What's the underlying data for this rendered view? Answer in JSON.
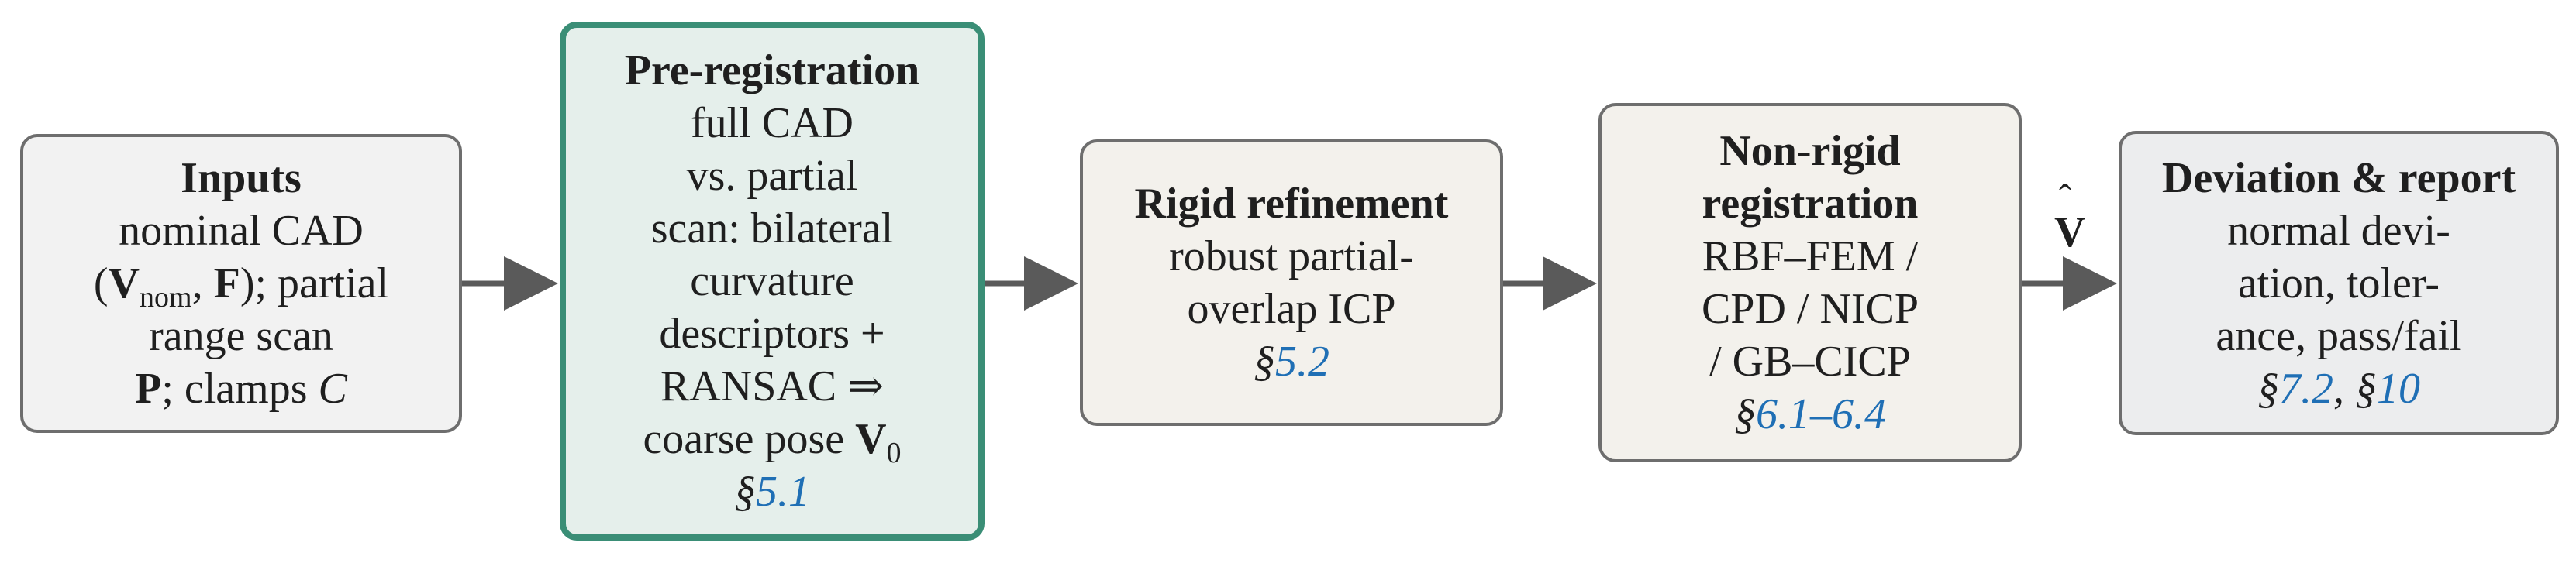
{
  "boxes": {
    "inputs": {
      "title": "Inputs",
      "line1": "nominal CAD",
      "line2": "(V",
      "line2_sub": "nom",
      "line2_mid": ", F",
      "line2_end": "); partial",
      "line3": "range scan",
      "line4_bold": "P",
      "line4": "; clamps ",
      "line4_script": "C"
    },
    "preregistration": {
      "title": "Pre-registration",
      "lines": [
        "full CAD",
        "vs. partial",
        "scan: bilateral",
        "curvature",
        "descriptors +",
        "RANSAC ⇒"
      ],
      "last_line": "coarse pose ",
      "last_bold": "V",
      "last_sub": "0",
      "ref_prefix": "§",
      "ref": "5.1"
    },
    "rigid": {
      "title": "Rigid refinement",
      "lines": [
        "robust partial-",
        "overlap ICP"
      ],
      "ref_prefix": "§",
      "ref": "5.2"
    },
    "nonrigid": {
      "title_line1": "Non-rigid",
      "title_line2": "registration",
      "lines": [
        "RBF–FEM /",
        "CPD / NICP",
        "/ GB–CICP"
      ],
      "ref_prefix": "§",
      "ref_a": "6.1",
      "ref_dash": "–",
      "ref_b": "6.4"
    },
    "deviation": {
      "title": "Deviation & report",
      "lines": [
        "normal devi-",
        "ation, toler-",
        "ance, pass/fail"
      ],
      "ref_prefix": "§",
      "ref_a": "7.2",
      "ref_sep": ", §",
      "ref_b": "10"
    }
  },
  "arrow_label": {
    "symbol": "V",
    "accent": "ˆ"
  },
  "colors": {
    "ref_link": "#1f6fb5",
    "highlight_border": "#3a8e76",
    "highlight_fill": "#e5efeb",
    "arrow": "#5a5a5a"
  }
}
